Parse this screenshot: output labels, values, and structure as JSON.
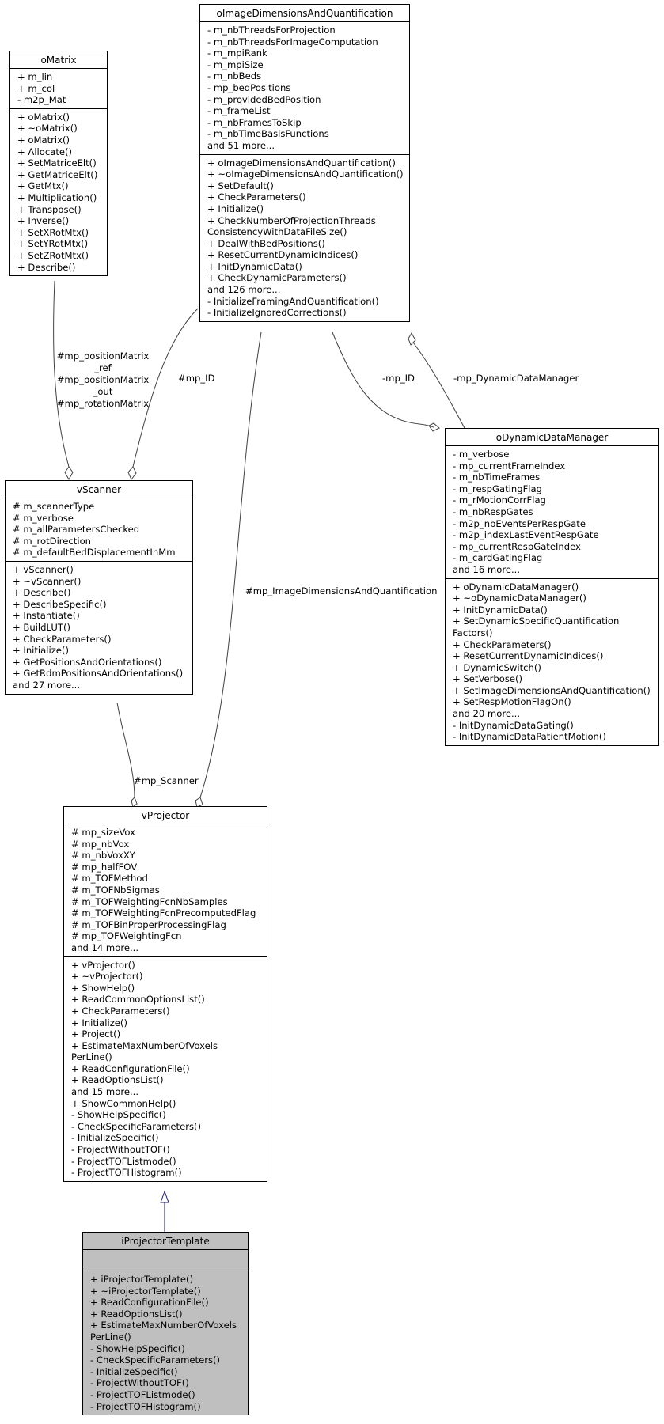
{
  "classes": {
    "oimage": {
      "name": "oImageDimensionsAndQuantification",
      "attributes": [
        "- m_nbThreadsForProjection",
        "- m_nbThreadsForImageComputation",
        "- m_mpiRank",
        "- m_mpiSize",
        "- m_nbBeds",
        "- mp_bedPositions",
        "- m_providedBedPosition",
        "- m_frameList",
        "- m_nbFramesToSkip",
        "- m_nbTimeBasisFunctions",
        "and 51 more..."
      ],
      "methods": [
        "+ oImageDimensionsAndQuantification()",
        "+ ~oImageDimensionsAndQuantification()",
        "+ SetDefault()",
        "+ CheckParameters()",
        "+ Initialize()",
        "+ CheckNumberOfProjectionThreads",
        "ConsistencyWithDataFileSize()",
        "+ DealWithBedPositions()",
        "+ ResetCurrentDynamicIndices()",
        "+ InitDynamicData()",
        "+ CheckDynamicParameters()",
        "and 126 more...",
        "- InitializeFramingAndQuantification()",
        "- InitializeIgnoredCorrections()"
      ]
    },
    "omatrix": {
      "name": "oMatrix",
      "attributes": [
        "+ m_lin",
        "+ m_col",
        "- m2p_Mat"
      ],
      "methods": [
        "+ oMatrix()",
        "+ ~oMatrix()",
        "+ oMatrix()",
        "+ Allocate()",
        "+ SetMatriceElt()",
        "+ GetMatriceElt()",
        "+ GetMtx()",
        "+ Multiplication()",
        "+ Transpose()",
        "+ Inverse()",
        "+ SetXRotMtx()",
        "+ SetYRotMtx()",
        "+ SetZRotMtx()",
        "+ Describe()"
      ]
    },
    "vscanner": {
      "name": "vScanner",
      "attributes": [
        "# m_scannerType",
        "# m_verbose",
        "# m_allParametersChecked",
        "# m_rotDirection",
        "# m_defaultBedDisplacementInMm"
      ],
      "methods": [
        "+ vScanner()",
        "+ ~vScanner()",
        "+ Describe()",
        "+ DescribeSpecific()",
        "+ Instantiate()",
        "+ BuildLUT()",
        "+ CheckParameters()",
        "+ Initialize()",
        "+ GetPositionsAndOrientations()",
        "+ GetRdmPositionsAndOrientations()",
        "and 27 more..."
      ]
    },
    "odynamic": {
      "name": "oDynamicDataManager",
      "attributes": [
        "- m_verbose",
        "- mp_currentFrameIndex",
        "- m_nbTimeFrames",
        "- m_respGatingFlag",
        "- m_rMotionCorrFlag",
        "- m_nbRespGates",
        "- m2p_nbEventsPerRespGate",
        "- m2p_indexLastEventRespGate",
        "- mp_currentRespGateIndex",
        "- m_cardGatingFlag",
        "and 16 more..."
      ],
      "methods": [
        "+ oDynamicDataManager()",
        "+ ~oDynamicDataManager()",
        "+ InitDynamicData()",
        "+ SetDynamicSpecificQuantification",
        "Factors()",
        "+ CheckParameters()",
        "+ ResetCurrentDynamicIndices()",
        "+ DynamicSwitch()",
        "+ SetVerbose()",
        "+ SetImageDimensionsAndQuantification()",
        "+ SetRespMotionFlagOn()",
        "and 20 more...",
        "- InitDynamicDataGating()",
        "- InitDynamicDataPatientMotion()"
      ]
    },
    "vprojector": {
      "name": "vProjector",
      "attributes": [
        "# mp_sizeVox",
        "# mp_nbVox",
        "# m_nbVoxXY",
        "# mp_halfFOV",
        "# m_TOFMethod",
        "# m_TOFNbSigmas",
        "# m_TOFWeightingFcnNbSamples",
        "# m_TOFWeightingFcnPrecomputedFlag",
        "# m_TOFBinProperProcessingFlag",
        "# mp_TOFWeightingFcn",
        "and 14 more..."
      ],
      "methods": [
        "+ vProjector()",
        "+ ~vProjector()",
        "+ ShowHelp()",
        "+ ReadCommonOptionsList()",
        "+ CheckParameters()",
        "+ Initialize()",
        "+ Project()",
        "+ EstimateMaxNumberOfVoxels",
        "PerLine()",
        "+ ReadConfigurationFile()",
        "+ ReadOptionsList()",
        "and 15 more...",
        "+ ShowCommonHelp()",
        "- ShowHelpSpecific()",
        "- CheckSpecificParameters()",
        "- InitializeSpecific()",
        "- ProjectWithoutTOF()",
        "- ProjectTOFListmode()",
        "- ProjectTOFHistogram()"
      ]
    },
    "iprojector": {
      "name": "iProjectorTemplate",
      "attributes": [],
      "methods": [
        "+ iProjectorTemplate()",
        "+ ~iProjectorTemplate()",
        "+ ReadConfigurationFile()",
        "+ ReadOptionsList()",
        "+ EstimateMaxNumberOfVoxels",
        "PerLine()",
        "- ShowHelpSpecific()",
        "- CheckSpecificParameters()",
        "- InitializeSpecific()",
        "- ProjectWithoutTOF()",
        "- ProjectTOFListmode()",
        "- ProjectTOFHistogram()"
      ]
    }
  },
  "edge_labels": {
    "matrix_to_scanner": [
      "#mp_positionMatrix",
      "_ref",
      "#mp_positionMatrix",
      "_out",
      "#mp_rotationMatrix"
    ],
    "image_to_scanner": [
      "#mp_ID"
    ],
    "image_to_dynamic_id": [
      "-mp_ID"
    ],
    "image_to_dynamic_mgr": [
      "-mp_DynamicDataManager"
    ],
    "image_to_projector": [
      "#mp_ImageDimensionsAndQuantification"
    ],
    "scanner_to_projector": [
      "#mp_Scanner"
    ]
  },
  "colors": {
    "inheritance_arrow": "#191970",
    "highlight_fill": "#bfbfbf"
  }
}
